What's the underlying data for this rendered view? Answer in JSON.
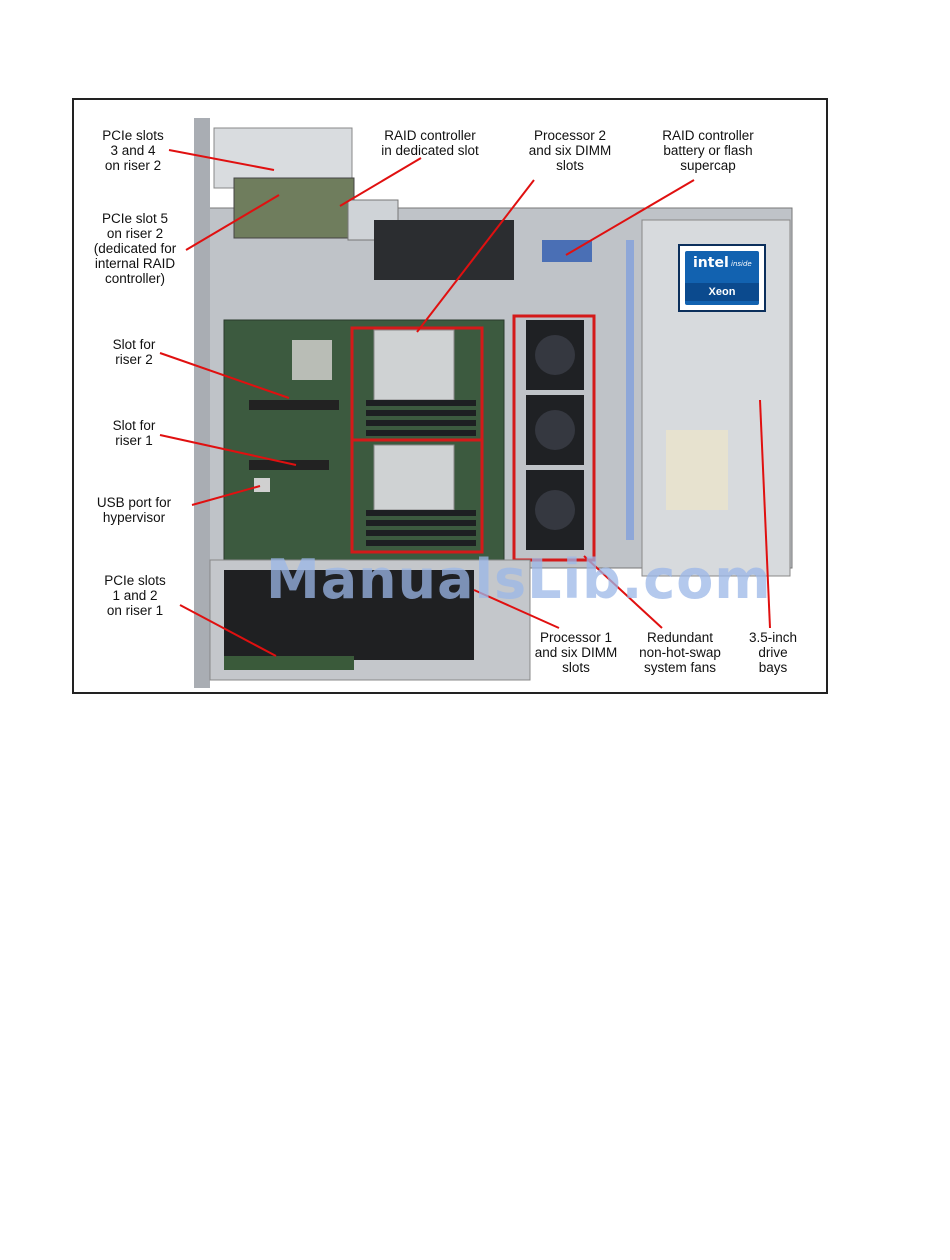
{
  "callouts": {
    "pcie_3_4": "PCIe slots\n3 and 4\non riser 2",
    "pcie_5": "PCIe slot 5\non riser 2\n(dedicated for\ninternal RAID\ncontroller)",
    "slot_riser2": "Slot for\nriser 2",
    "slot_riser1": "Slot for\nriser 1",
    "usb_port": "USB port for\nhypervisor",
    "pcie_1_2": "PCIe slots\n1 and 2\non riser 1",
    "raid_controller": "RAID controller\nin dedicated slot",
    "processor2": "Processor 2\nand six DIMM\nslots",
    "raid_battery": "RAID controller\nbattery or flash\nsupercap",
    "processor1": "Processor 1\nand six DIMM\nslots",
    "fans": "Redundant\nnon-hot-swap\nsystem fans",
    "drive_bays": "3.5-inch\ndrive\nbays"
  },
  "badge": {
    "intel": "intel",
    "inside": "inside",
    "xeon": "Xeon"
  },
  "watermark": "ManualsLib.com",
  "colors": {
    "callout_line": "#e01010",
    "highlight_box": "#d41a1a",
    "chassis": "#c9ccd1",
    "board": "#3c5a3f",
    "badge_blue": "#1262b0"
  }
}
